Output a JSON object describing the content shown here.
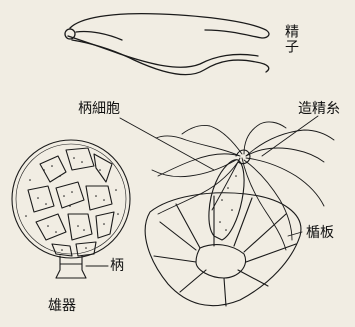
{
  "labels": {
    "sperm": "精子",
    "stalk_cell": "柄細胞",
    "spermatogenous_filament": "造精糸",
    "shield_plate": "楯板",
    "stalk": "柄",
    "antheridium": "雄器"
  },
  "colors": {
    "background": "#f1ede3",
    "ink": "#1a1a1a"
  }
}
